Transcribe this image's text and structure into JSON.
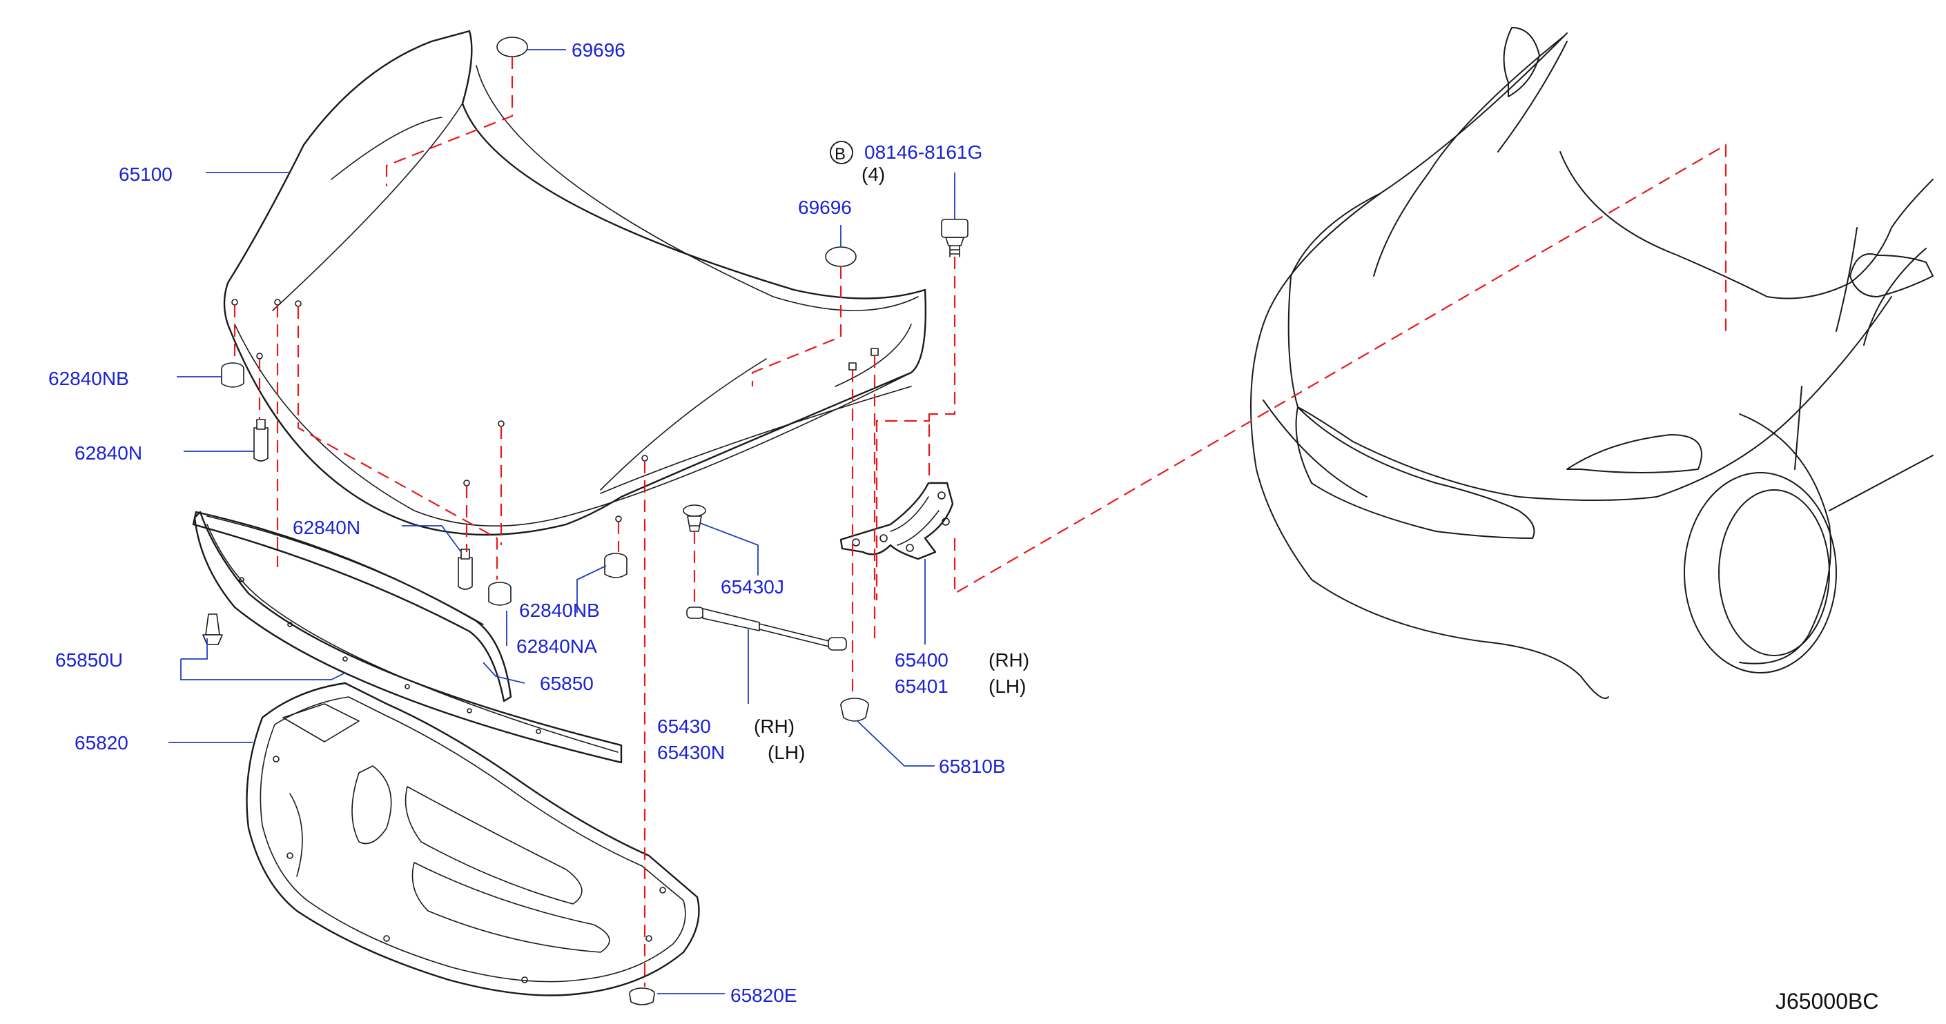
{
  "labels": {
    "p65100": "65100",
    "p69696_top": "69696",
    "p69696_mid": "69696",
    "bolt_prefix": "B",
    "bolt_num": "08146-8161G",
    "bolt_qty": "(4)",
    "p62840NB_left": "62840NB",
    "p62840N_left": "62840N",
    "p62840N_mid": "62840N",
    "p62840NB_mid": "62840NB",
    "p62840NA": "62840NA",
    "p65850": "65850",
    "p65850U": "65850U",
    "p65820": "65820",
    "p65820E": "65820E",
    "p65430J": "65430J",
    "p65430": "65430",
    "p65430N": "65430N",
    "p65430_side": "(RH)",
    "p65430N_side": "(LH)",
    "p65400": "65400",
    "p65401": "65401",
    "p65400_side": "(RH)",
    "p65401_side": "(LH)",
    "p65810B": "65810B",
    "diagram_code": "J65000BC"
  },
  "colors": {
    "part_number": "#1a22d6",
    "hidden_line": "#e8191c",
    "leader": "#1d3fbf",
    "outline": "#1a1a1a"
  }
}
